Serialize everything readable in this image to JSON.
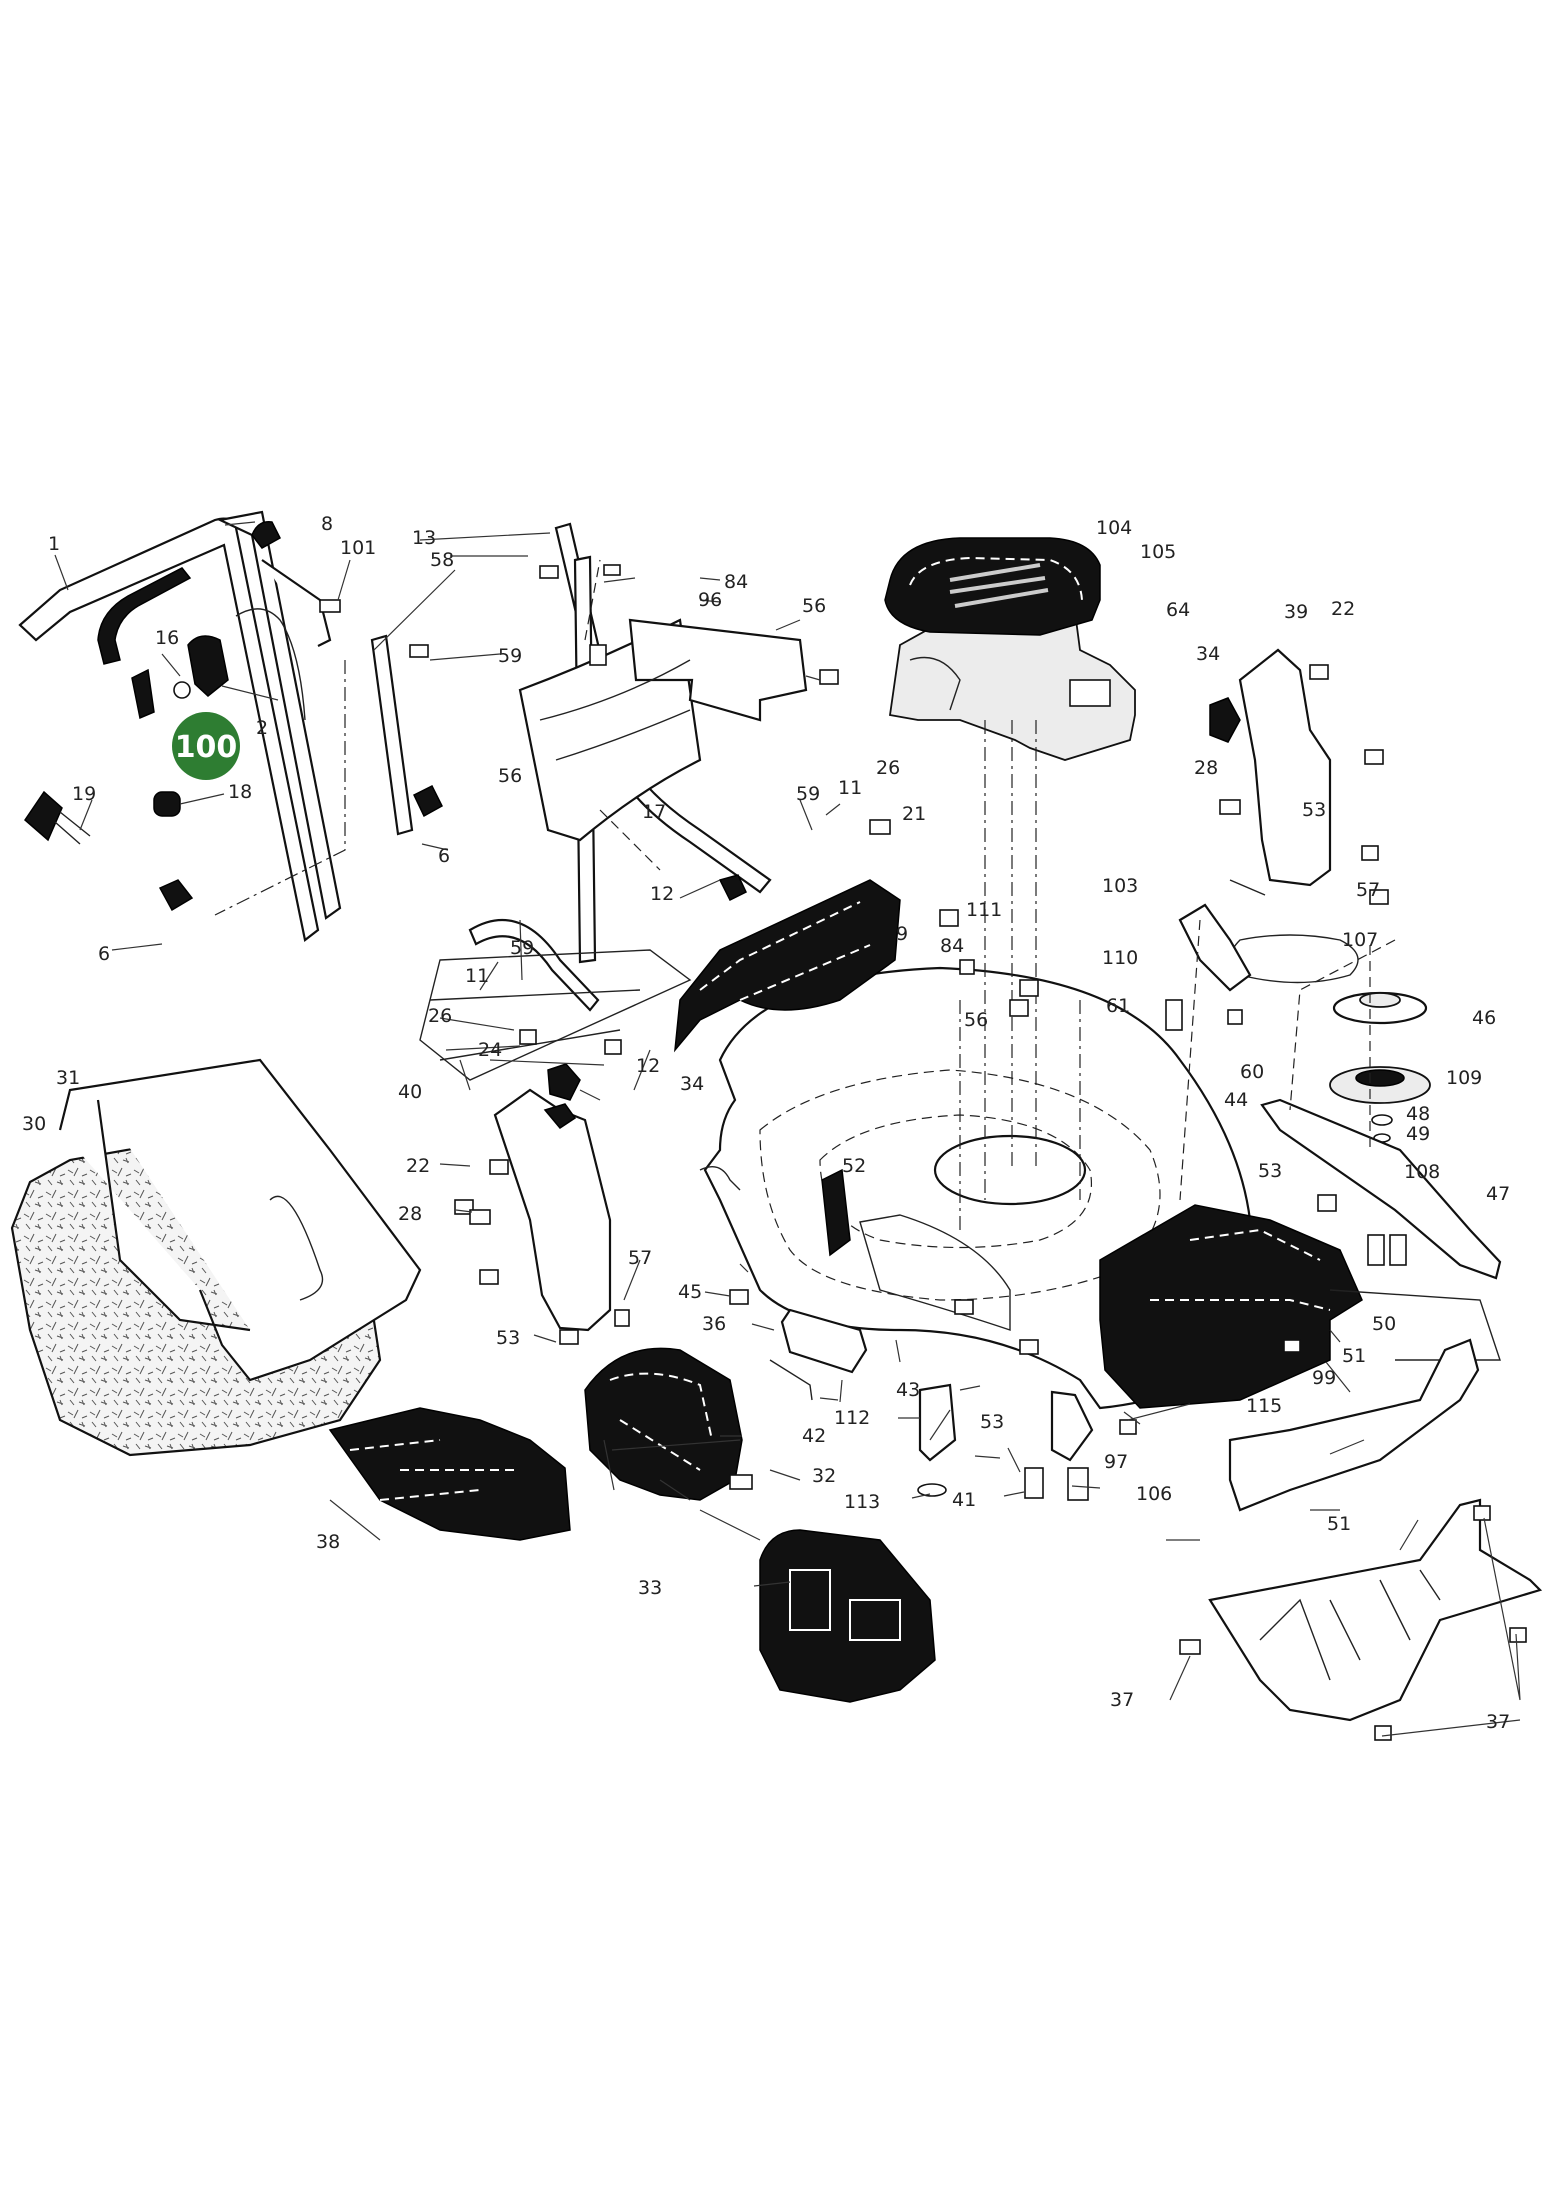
{
  "diagram": {
    "highlight": {
      "label": "100",
      "color": "#2e7d32"
    },
    "part_labels": [
      "1",
      "2",
      "6",
      "6",
      "8",
      "9",
      "11",
      "11",
      "12",
      "12",
      "13",
      "16",
      "17",
      "18",
      "19",
      "21",
      "22",
      "22",
      "24",
      "26",
      "26",
      "28",
      "28",
      "30",
      "31",
      "32",
      "33",
      "34",
      "34",
      "36",
      "37",
      "37",
      "38",
      "39",
      "40",
      "41",
      "42",
      "43",
      "44",
      "45",
      "46",
      "47",
      "48",
      "49",
      "50",
      "51",
      "51",
      "52",
      "53",
      "53",
      "53",
      "53",
      "56",
      "56",
      "56",
      "57",
      "57",
      "58",
      "59",
      "59",
      "59",
      "60",
      "61",
      "64",
      "84",
      "84",
      "96",
      "97",
      "99",
      "101",
      "103",
      "104",
      "105",
      "106",
      "107",
      "108",
      "109",
      "110",
      "111",
      "112",
      "113",
      "115"
    ]
  }
}
